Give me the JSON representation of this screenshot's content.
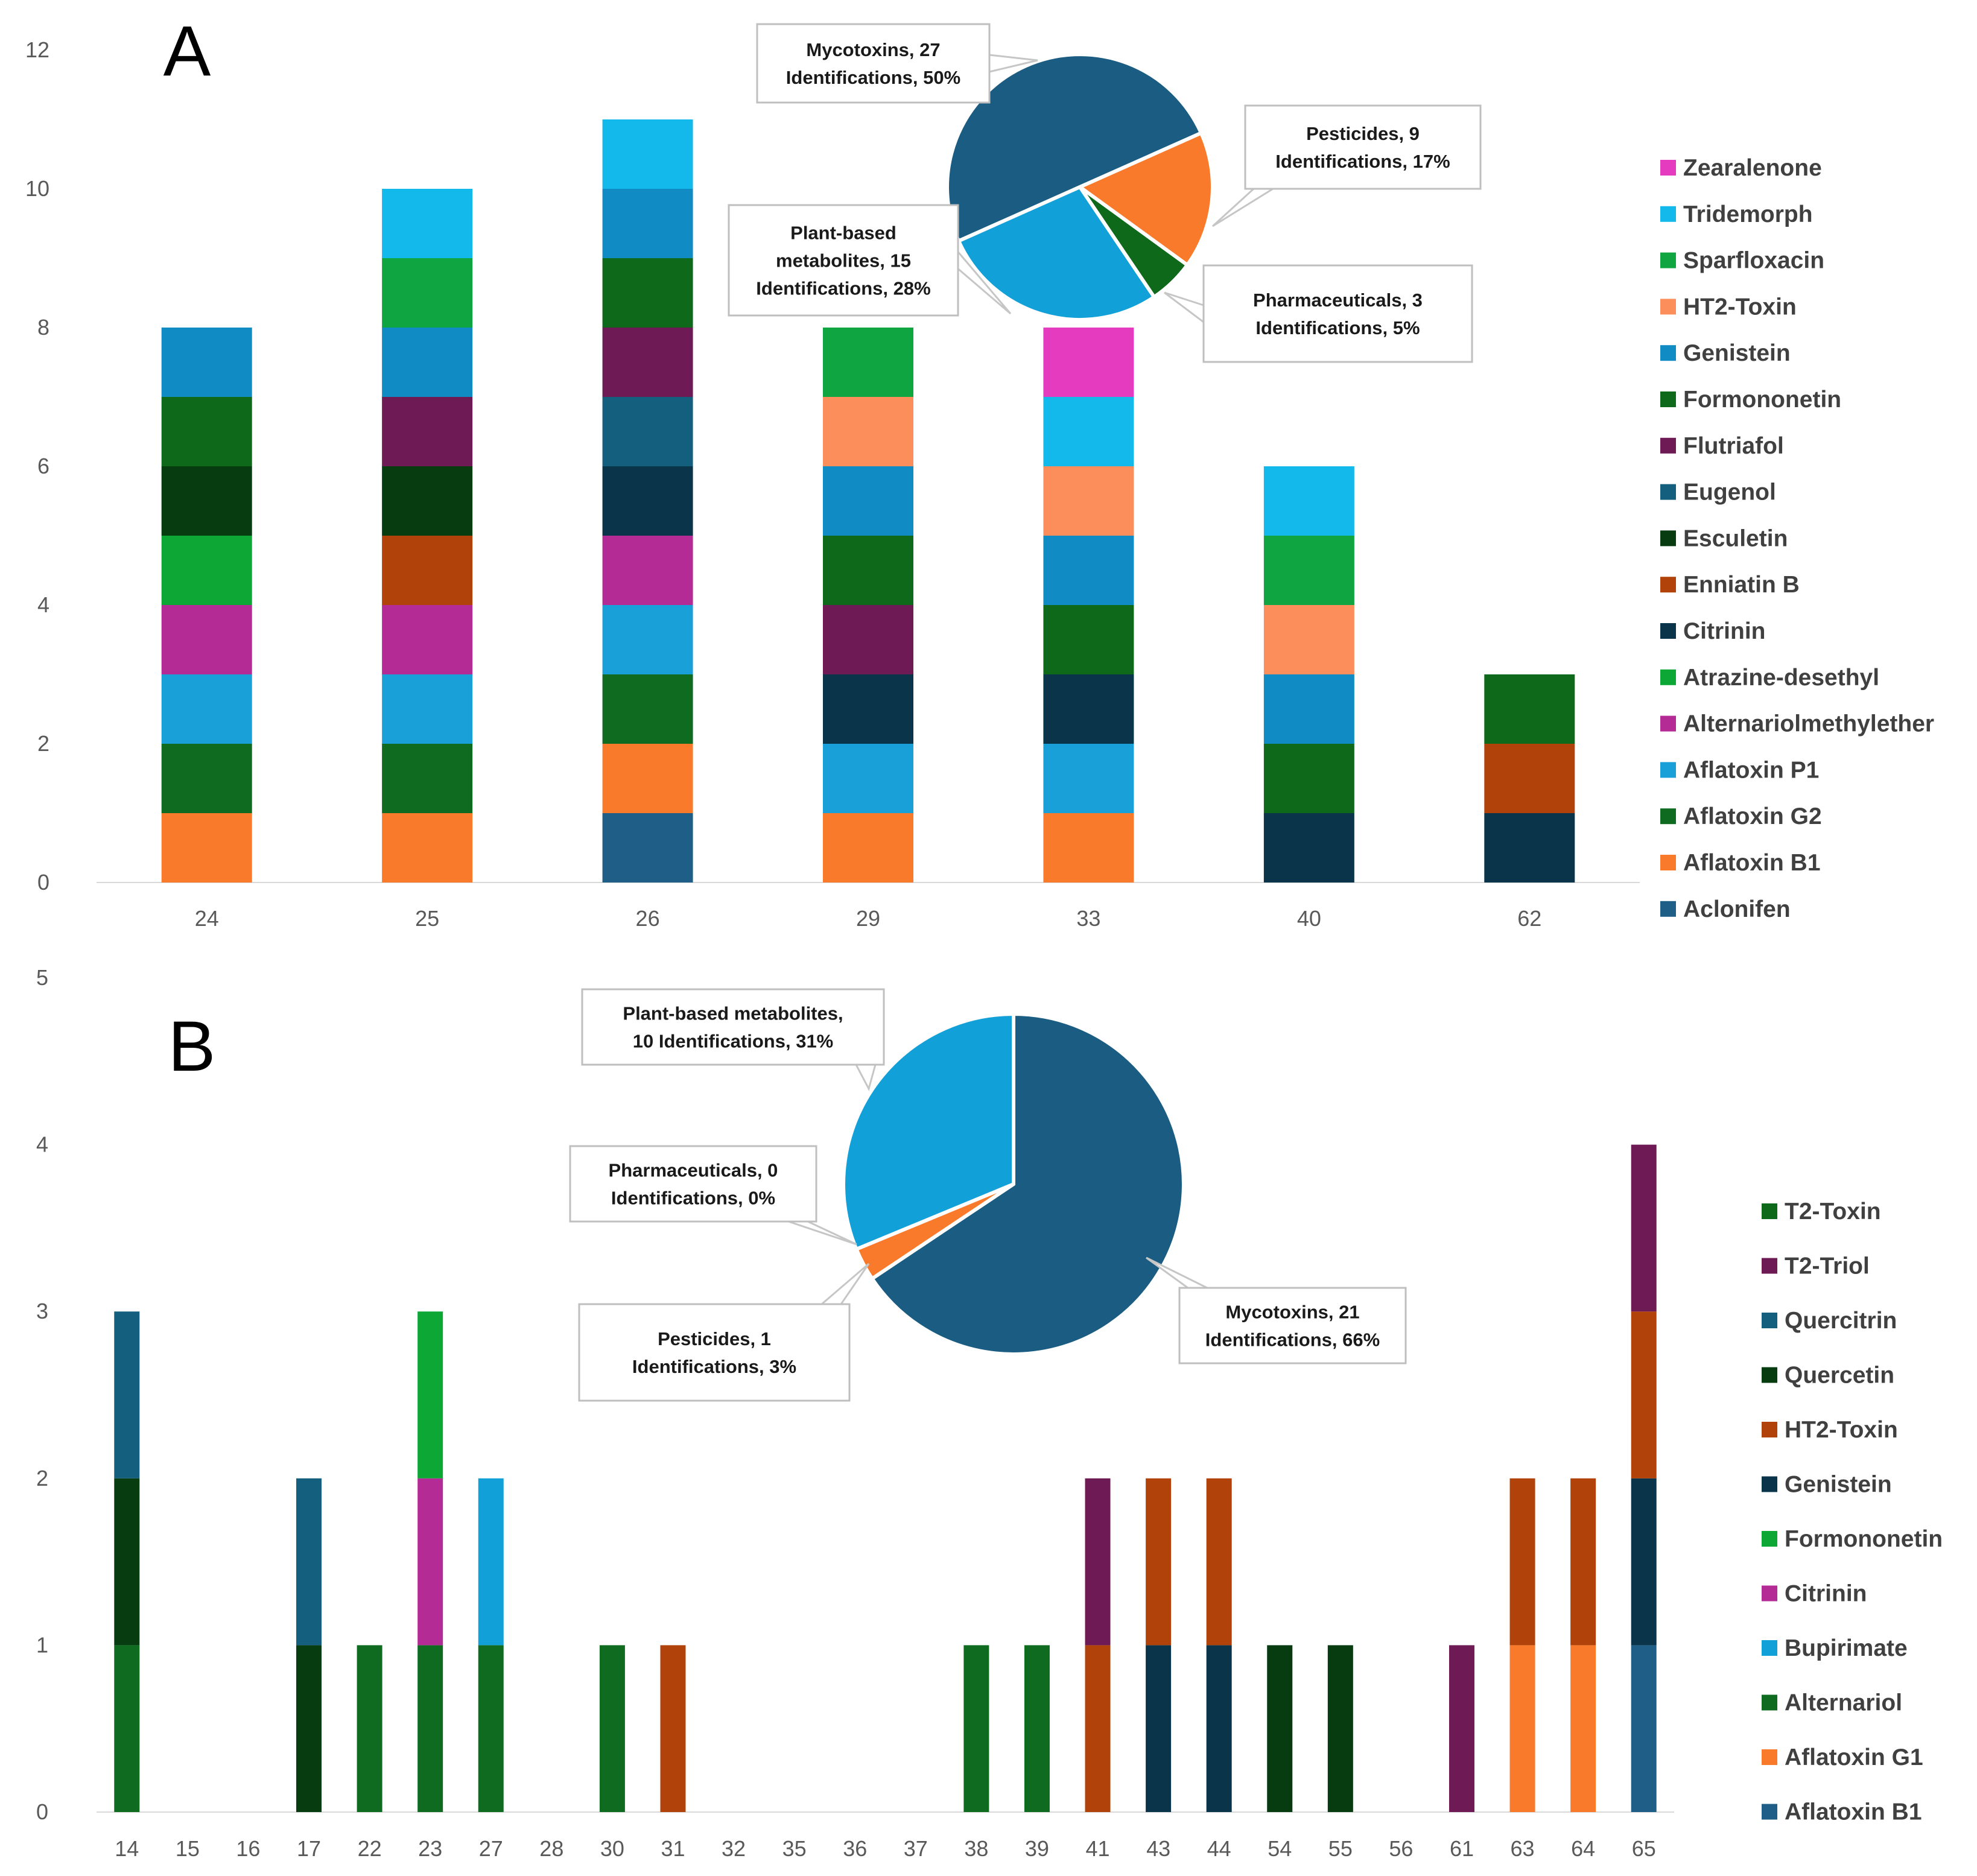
{
  "chart_data": [
    {
      "type": "bar",
      "stacked": true,
      "panel_label": "A",
      "categories": [
        "24",
        "25",
        "26",
        "29",
        "33",
        "40",
        "62"
      ],
      "ylim": [
        0,
        12
      ],
      "yticks": [
        "0",
        "2",
        "4",
        "6",
        "8",
        "10",
        "12"
      ],
      "grid": false,
      "legend_position": "right",
      "legend": [
        "Zearalenone",
        "Tridemorph",
        "Sparfloxacin",
        "HT2-Toxin",
        "Genistein",
        "Formononetin",
        "Flutriafol",
        "Eugenol",
        "Esculetin",
        "Enniatin B",
        "Citrinin",
        "Atrazine-desethyl",
        "Alternariolmethylether",
        "Aflatoxin P1",
        "Aflatoxin G2",
        "Aflatoxin B1",
        "Aclonifen"
      ],
      "series": [
        {
          "name": "Aclonifen",
          "color": "#1f5f87",
          "values": [
            0,
            0,
            1,
            0,
            0,
            0,
            0
          ]
        },
        {
          "name": "Aflatoxin B1",
          "color": "#f97a2b",
          "values": [
            1,
            1,
            1,
            1,
            1,
            0,
            0
          ]
        },
        {
          "name": "Aflatoxin G2",
          "color": "#0f6b1f",
          "values": [
            1,
            1,
            1,
            0,
            0,
            0,
            0
          ]
        },
        {
          "name": "Aflatoxin P1",
          "color": "#1aa0d8",
          "values": [
            1,
            1,
            1,
            1,
            1,
            0,
            0
          ]
        },
        {
          "name": "Alternariolmethylether",
          "color": "#b52b96",
          "values": [
            1,
            1,
            1,
            0,
            0,
            0,
            0
          ]
        },
        {
          "name": "Atrazine-desethyl",
          "color": "#0ca735",
          "values": [
            1,
            0,
            0,
            0,
            0,
            0,
            0
          ]
        },
        {
          "name": "Citrinin",
          "color": "#0a344a",
          "values": [
            0,
            0,
            1,
            1,
            1,
            1,
            1
          ]
        },
        {
          "name": "Enniatin B",
          "color": "#b1420a",
          "values": [
            0,
            1,
            0,
            0,
            0,
            0,
            1
          ]
        },
        {
          "name": "Esculetin",
          "color": "#073b10",
          "values": [
            1,
            1,
            0,
            0,
            0,
            0,
            0
          ]
        },
        {
          "name": "Eugenol",
          "color": "#145e7e",
          "values": [
            0,
            0,
            1,
            0,
            0,
            0,
            0
          ]
        },
        {
          "name": "Flutriafol",
          "color": "#6e1a55",
          "values": [
            0,
            1,
            1,
            1,
            0,
            0,
            0
          ]
        },
        {
          "name": "Formononetin",
          "color": "#0e6a1a",
          "values": [
            1,
            0,
            1,
            1,
            1,
            1,
            1
          ]
        },
        {
          "name": "Genistein",
          "color": "#118bc3",
          "values": [
            1,
            1,
            1,
            1,
            1,
            1,
            0
          ]
        },
        {
          "name": "HT2-Toxin",
          "color": "#fb8e5b",
          "values": [
            0,
            0,
            0,
            1,
            1,
            1,
            0
          ]
        },
        {
          "name": "Sparfloxacin",
          "color": "#0fa540",
          "values": [
            0,
            1,
            0,
            1,
            0,
            1,
            0
          ]
        },
        {
          "name": "Tridemorph",
          "color": "#13b9ea",
          "values": [
            0,
            1,
            1,
            0,
            1,
            1,
            0
          ]
        },
        {
          "name": "Zearalenone",
          "color": "#e53bbe",
          "values": [
            0,
            0,
            0,
            0,
            1,
            0,
            0
          ]
        }
      ],
      "inset_pie": {
        "type": "pie",
        "slices": [
          {
            "label": "Mycotoxins",
            "value": 27,
            "percent": 50,
            "color": "#1a5c82",
            "callout": [
              "Mycotoxins, 27",
              "Identifications, 50%"
            ]
          },
          {
            "label": "Pesticides",
            "value": 9,
            "percent": 17,
            "color": "#f97a2b",
            "callout": [
              "Pesticides, 9",
              "Identifications, 17%"
            ]
          },
          {
            "label": "Pharmaceuticals",
            "value": 3,
            "percent": 5,
            "color": "#0e6a1a",
            "callout": [
              "Pharmaceuticals, 3",
              "Identifications, 5%"
            ]
          },
          {
            "label": "Plant-based metabolites",
            "value": 15,
            "percent": 28,
            "color": "#12a0d8",
            "callout": [
              "Plant-based",
              "metabolites, 15",
              "Identifications, 28%"
            ]
          }
        ]
      }
    },
    {
      "type": "bar",
      "stacked": true,
      "panel_label": "B",
      "categories": [
        "14",
        "15",
        "16",
        "17",
        "22",
        "23",
        "27",
        "28",
        "30",
        "31",
        "32",
        "35",
        "36",
        "37",
        "38",
        "39",
        "41",
        "43",
        "44",
        "54",
        "55",
        "56",
        "61",
        "63",
        "64",
        "65"
      ],
      "ylim": [
        0,
        5
      ],
      "yticks": [
        "0",
        "1",
        "2",
        "3",
        "4",
        "5"
      ],
      "grid": false,
      "legend_position": "right",
      "legend": [
        "T2-Toxin",
        "T2-Triol",
        "Quercitrin",
        "Quercetin",
        "HT2-Toxin",
        "Genistein",
        "Formononetin",
        "Citrinin",
        "Bupirimate",
        "Alternariol",
        "Aflatoxin G1",
        "Aflatoxin B1"
      ],
      "series": [
        {
          "name": "Aflatoxin B1",
          "color": "#1f5f87",
          "values": [
            0,
            0,
            0,
            0,
            0,
            0,
            0,
            0,
            0,
            0,
            0,
            0,
            0,
            0,
            0,
            0,
            0,
            0,
            0,
            0,
            0,
            0,
            0,
            0,
            0,
            1
          ]
        },
        {
          "name": "Aflatoxin G1",
          "color": "#f97a2b",
          "values": [
            0,
            0,
            0,
            0,
            0,
            0,
            0,
            0,
            0,
            0,
            0,
            0,
            0,
            0,
            0,
            0,
            0,
            0,
            0,
            0,
            0,
            0,
            0,
            1,
            1,
            0
          ]
        },
        {
          "name": "Alternariol",
          "color": "#0f6b1f",
          "values": [
            1,
            0,
            0,
            0,
            1,
            1,
            1,
            0,
            1,
            0,
            0,
            0,
            0,
            0,
            1,
            1,
            0,
            0,
            0,
            0,
            0,
            0,
            0,
            0,
            0,
            0
          ]
        },
        {
          "name": "Bupirimate",
          "color": "#12a0d8",
          "values": [
            0,
            0,
            0,
            0,
            0,
            0,
            1,
            0,
            0,
            0,
            0,
            0,
            0,
            0,
            0,
            0,
            0,
            0,
            0,
            0,
            0,
            0,
            0,
            0,
            0,
            0
          ]
        },
        {
          "name": "Citrinin",
          "color": "#b52b96",
          "values": [
            0,
            0,
            0,
            0,
            0,
            1,
            0,
            0,
            0,
            0,
            0,
            0,
            0,
            0,
            0,
            0,
            0,
            0,
            0,
            0,
            0,
            0,
            0,
            0,
            0,
            0
          ]
        },
        {
          "name": "Formononetin",
          "color": "#0ca735",
          "values": [
            0,
            0,
            0,
            0,
            0,
            1,
            0,
            0,
            0,
            0,
            0,
            0,
            0,
            0,
            0,
            0,
            0,
            0,
            0,
            0,
            0,
            0,
            0,
            0,
            0,
            0
          ]
        },
        {
          "name": "Genistein",
          "color": "#0a344a",
          "values": [
            0,
            0,
            0,
            0,
            0,
            0,
            0,
            0,
            0,
            0,
            0,
            0,
            0,
            0,
            0,
            0,
            0,
            1,
            1,
            0,
            0,
            0,
            0,
            0,
            0,
            1
          ]
        },
        {
          "name": "HT2-Toxin",
          "color": "#b1420a",
          "values": [
            0,
            0,
            0,
            0,
            0,
            0,
            0,
            0,
            0,
            1,
            0,
            0,
            0,
            0,
            0,
            0,
            1,
            1,
            1,
            0,
            0,
            0,
            0,
            1,
            1,
            1
          ]
        },
        {
          "name": "Quercetin",
          "color": "#073b10",
          "values": [
            1,
            0,
            0,
            1,
            0,
            0,
            0,
            0,
            0,
            0,
            0,
            0,
            0,
            0,
            0,
            0,
            0,
            0,
            0,
            1,
            1,
            0,
            0,
            0,
            0,
            0
          ]
        },
        {
          "name": "Quercitrin",
          "color": "#145e7e",
          "values": [
            1,
            0,
            0,
            1,
            0,
            0,
            0,
            0,
            0,
            0,
            0,
            0,
            0,
            0,
            0,
            0,
            0,
            0,
            0,
            0,
            0,
            0,
            0,
            0,
            0,
            0
          ]
        },
        {
          "name": "T2-Triol",
          "color": "#6e1a55",
          "values": [
            0,
            0,
            0,
            0,
            0,
            0,
            0,
            0,
            0,
            0,
            0,
            0,
            0,
            0,
            0,
            0,
            1,
            0,
            0,
            0,
            0,
            0,
            1,
            0,
            0,
            1
          ]
        },
        {
          "name": "T2-Toxin",
          "color": "#0e6a1a",
          "values": [
            0,
            0,
            0,
            0,
            0,
            0,
            0,
            0,
            0,
            0,
            0,
            0,
            0,
            0,
            0,
            0,
            0,
            0,
            0,
            0,
            0,
            0,
            0,
            0,
            0,
            0
          ]
        }
      ],
      "inset_pie": {
        "type": "pie",
        "slices": [
          {
            "label": "Mycotoxins",
            "value": 21,
            "percent": 66,
            "color": "#1a5c82",
            "callout": [
              "Mycotoxins, 21",
              "Identifications, 66%"
            ]
          },
          {
            "label": "Pesticides",
            "value": 1,
            "percent": 3,
            "color": "#f97a2b",
            "callout": [
              "Pesticides, 1",
              "Identifications, 3%"
            ]
          },
          {
            "label": "Pharmaceuticals",
            "value": 0,
            "percent": 0,
            "color": "#0e6a1a",
            "callout": [
              "Pharmaceuticals, 0",
              "Identifications, 0%"
            ]
          },
          {
            "label": "Plant-based metabolites",
            "value": 10,
            "percent": 31,
            "color": "#12a0d8",
            "callout": [
              "Plant-based metabolites,",
              "10 Identifications, 31%"
            ]
          }
        ]
      }
    }
  ]
}
